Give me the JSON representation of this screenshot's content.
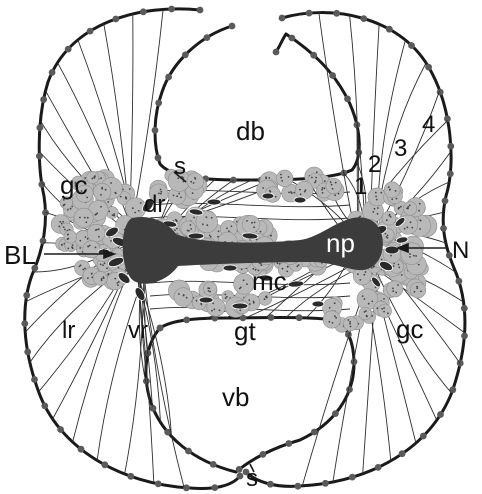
{
  "diagram": {
    "colors": {
      "outline": "#1a1a1a",
      "dot": "#5a5a5a",
      "granule": "#b8b8b8",
      "granule_edge": "#8e8e8e",
      "speck": "#444444",
      "neuropil": "#3c3c3c",
      "nucleus": "#2a2a2a",
      "fiber": "#2e2e2e"
    },
    "labels": {
      "db": "db",
      "s_top": "s",
      "gc_left": "gc",
      "dr": "dr",
      "one": "1",
      "two": "2",
      "three": "3",
      "four": "4",
      "bl": "BL",
      "np": "np",
      "n": "N",
      "mc": "mc",
      "lr": "lr",
      "vr": "vr",
      "gt": "gt",
      "gc_right": "gc",
      "vb": "vb",
      "s_bottom": "s"
    }
  }
}
